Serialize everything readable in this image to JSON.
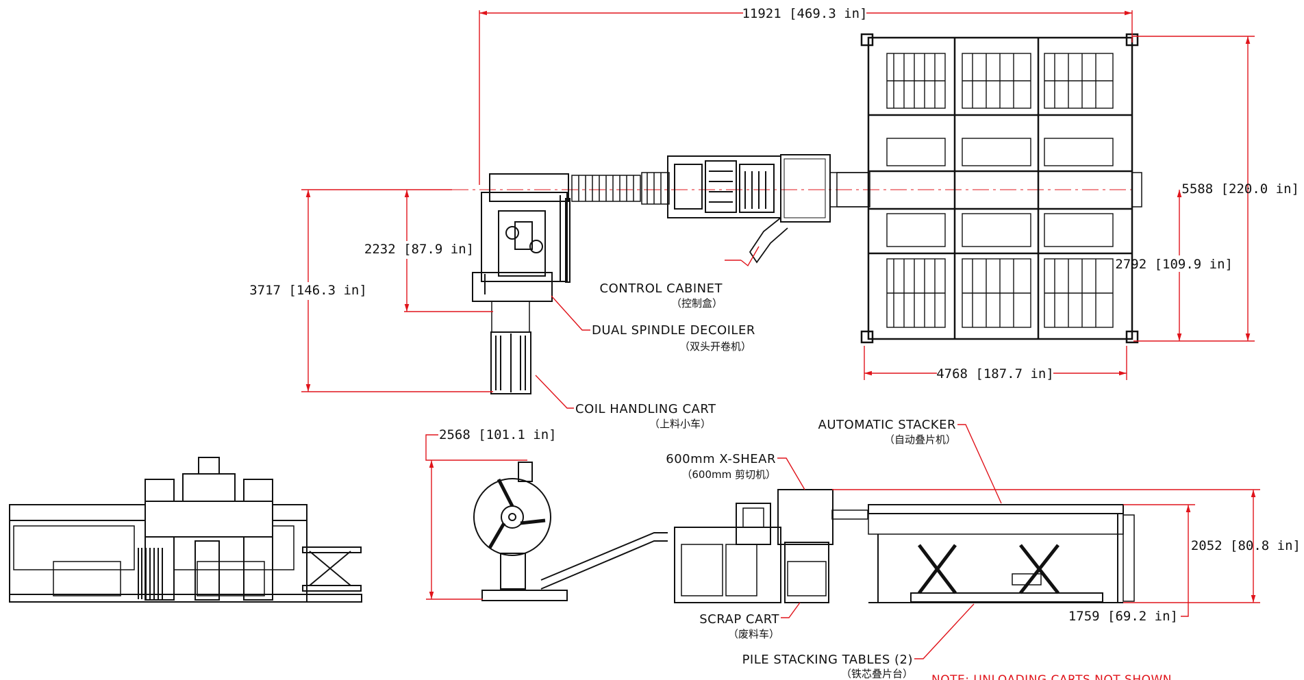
{
  "dimensions": {
    "overall_length": "11921 [469.3 in]",
    "stacker_width": "5588 [220.0 in]",
    "decoiler_offset": "2232 [87.9 in]",
    "cart_offset": "3717 [146.3 in]",
    "stacker_half": "2792 [109.9 in]",
    "stacker_length": "4768 [187.7 in]",
    "decoiler_height": "2568 [101.1 in]",
    "stacker_height": "2052 [80.8 in]",
    "table_height": "1759 [69.2 in]"
  },
  "labels": {
    "control_cabinet": "CONTROL CABINET",
    "control_cabinet_cn": "（控制盒）",
    "decoiler": "DUAL SPINDLE DECOILER",
    "decoiler_cn": "（双头开卷机）",
    "coil_cart": "COIL HANDLING CART",
    "coil_cart_cn": "（上料小车）",
    "stacker": "AUTOMATIC STACKER",
    "stacker_cn": "（自动叠片机）",
    "shear": "600mm X-SHEAR",
    "shear_cn": "（600mm  剪切机）",
    "scrap_cart": "SCRAP CART",
    "scrap_cart_cn": "（废料车）",
    "pile_tables": "PILE STACKING TABLES (2)",
    "pile_tables_cn": "（铁芯叠片台）"
  },
  "note": "NOTE:  UNLOADING CARTS NOT SHOWN",
  "colors": {
    "dimension_line": "#e0141b",
    "drawing": "#111111",
    "background": "#ffffff"
  }
}
